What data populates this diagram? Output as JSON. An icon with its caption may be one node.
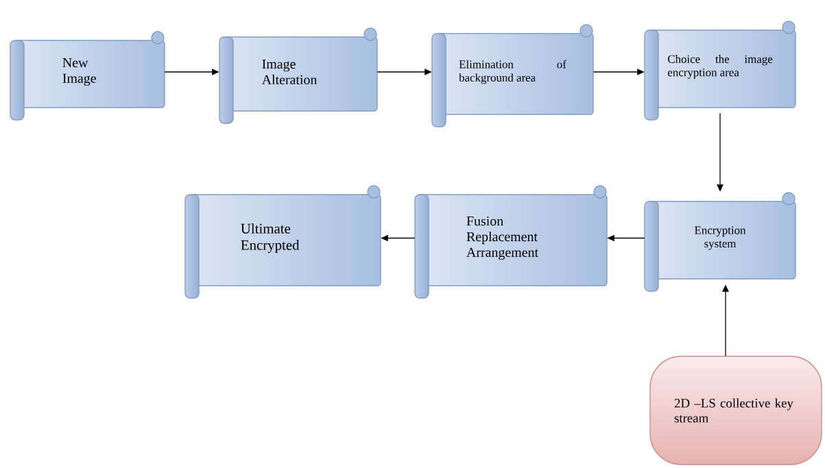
{
  "diagram": {
    "nodes": [
      {
        "text": [
          "New Image"
        ]
      },
      {
        "text": [
          "Image Alteration"
        ]
      },
      {
        "text": [
          "Elimination of background area"
        ]
      },
      {
        "text": [
          "Choice the image encryption area"
        ]
      },
      {
        "text": [
          "Encryption system"
        ]
      },
      {
        "text": [
          "Fusion Replacement Arrangement"
        ]
      },
      {
        "text": [
          "Ultimate Encrypted"
        ]
      },
      {
        "text": [
          "2D –LS collective key stream"
        ]
      }
    ],
    "edges": [
      {
        "from": 0,
        "to": 1,
        "arrow": "to"
      },
      {
        "from": 1,
        "to": 2,
        "arrow": "to"
      },
      {
        "from": 2,
        "to": 3,
        "arrow": "to"
      },
      {
        "from": 3,
        "to": 4,
        "arrow": "to"
      },
      {
        "from": 4,
        "to": 5,
        "arrow": "to"
      },
      {
        "from": 5,
        "to": 6,
        "arrow": "to"
      },
      {
        "from": 7,
        "to": 4,
        "arrow": "to"
      }
    ]
  }
}
